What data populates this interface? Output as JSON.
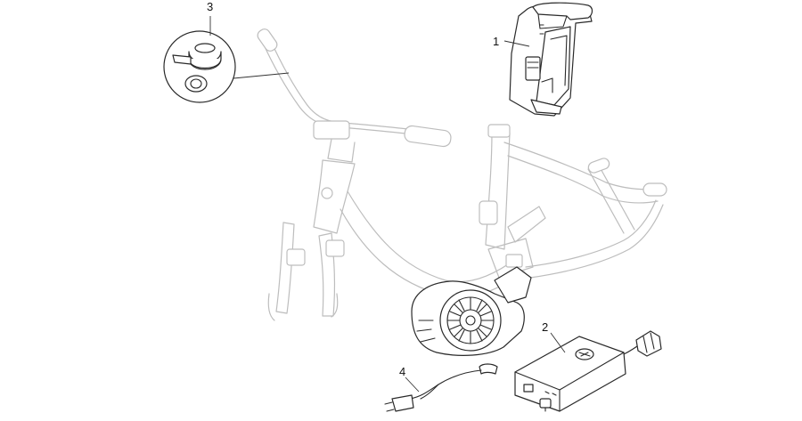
{
  "diagram": {
    "callouts": [
      {
        "id": "battery",
        "label": "1"
      },
      {
        "id": "charger",
        "label": "2"
      },
      {
        "id": "bell",
        "label": "3"
      },
      {
        "id": "charging-cable",
        "label": "4"
      }
    ]
  },
  "colors": {
    "ghost_stroke": "#bdbdbd",
    "part_stroke": "#2a2a2a",
    "background": "#ffffff"
  }
}
